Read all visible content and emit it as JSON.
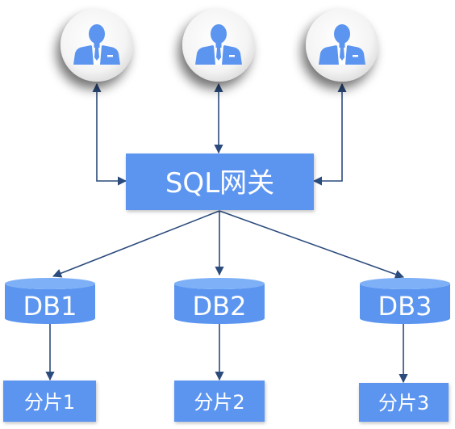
{
  "colors": {
    "accent": "#5b95f0",
    "accent_light": "#7eb0f7",
    "accent_dark": "#4378cf",
    "arrow": "#2b4b7d",
    "text_on_accent": "#ffffff"
  },
  "users": [
    {
      "icon": "user-icon"
    },
    {
      "icon": "user-icon"
    },
    {
      "icon": "user-icon"
    }
  ],
  "gateway": {
    "label": "SQL网关"
  },
  "databases": [
    {
      "label": "DB1",
      "icon": "database-cylinder-icon"
    },
    {
      "label": "DB2",
      "icon": "database-cylinder-icon"
    },
    {
      "label": "DB3",
      "icon": "database-cylinder-icon"
    }
  ],
  "shards": [
    {
      "label": "分片1"
    },
    {
      "label": "分片2"
    },
    {
      "label": "分片3"
    }
  ]
}
